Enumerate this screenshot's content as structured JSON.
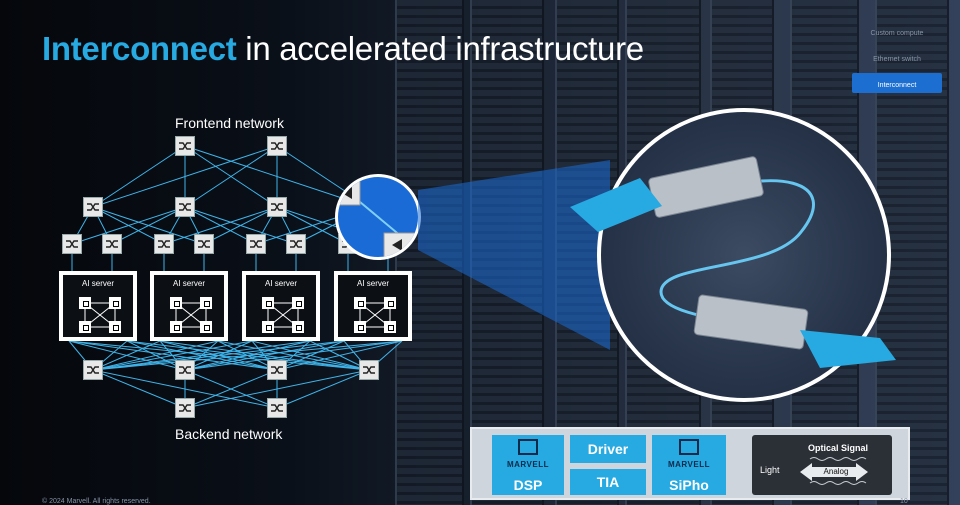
{
  "slide": {
    "title_highlight": "Interconnect",
    "title_rest": " in accelerated infrastructure",
    "footer": "© 2024 Marvell. All rights reserved.",
    "page_number": "10"
  },
  "nav": {
    "items": [
      {
        "label": "Custom compute",
        "active": false
      },
      {
        "label": "Ethernet switch",
        "active": false
      },
      {
        "label": "Interconnect",
        "active": true
      }
    ]
  },
  "network": {
    "frontend_label": "Frontend network",
    "backend_label": "Backend network",
    "server_label": "AI server"
  },
  "module": {
    "dsp_brand": "MARVELL",
    "dsp_label": "DSP",
    "driver_label": "Driver",
    "tia_label": "TIA",
    "sipho_brand": "MARVELL",
    "sipho_label": "SiPho",
    "light_label": "Light",
    "optical_label": "Optical Signal",
    "analog_label": "Analog"
  },
  "colors": {
    "accent": "#27a9e1",
    "zoom_blue": "#1b6bd6",
    "nav_active": "#1c6fd1"
  }
}
